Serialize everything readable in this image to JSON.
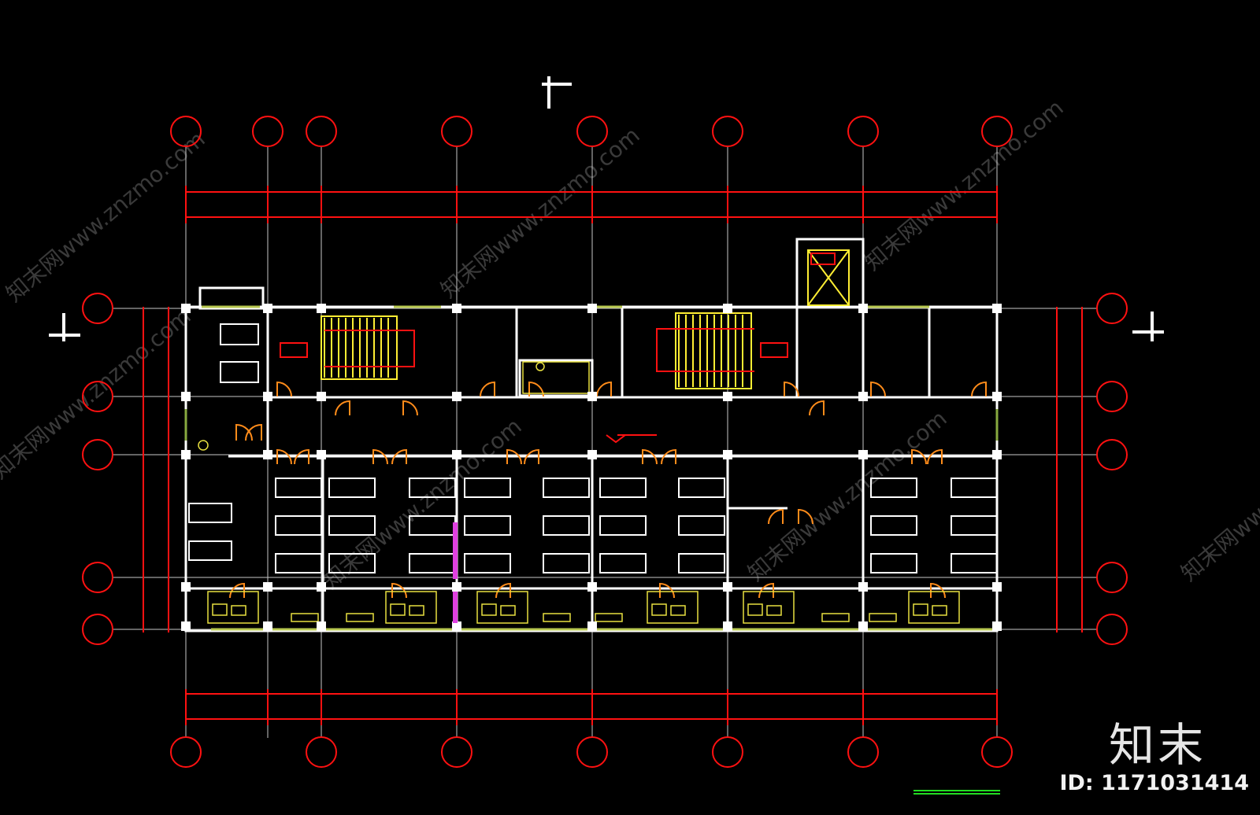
{
  "watermark": {
    "site_text": "知末网www.znzmo.com",
    "brand": "知末",
    "id_label": "ID: 1171031414"
  },
  "colors": {
    "background": "#000000",
    "axis_line": "#ff1111",
    "grid_line": "#c8c8c8",
    "wall": "#ffffff",
    "stairs": "#ffee33",
    "door": "#ff8c1a",
    "fixture": "#e8e040",
    "window": "#b8c850",
    "column_highlight": "#e040e0",
    "scale": "#22dd22"
  },
  "icons": [
    "section-mark-icon",
    "axis-bubble-icon",
    "stair-icon",
    "elevator-icon",
    "door-swing-icon",
    "toilet-icon"
  ]
}
